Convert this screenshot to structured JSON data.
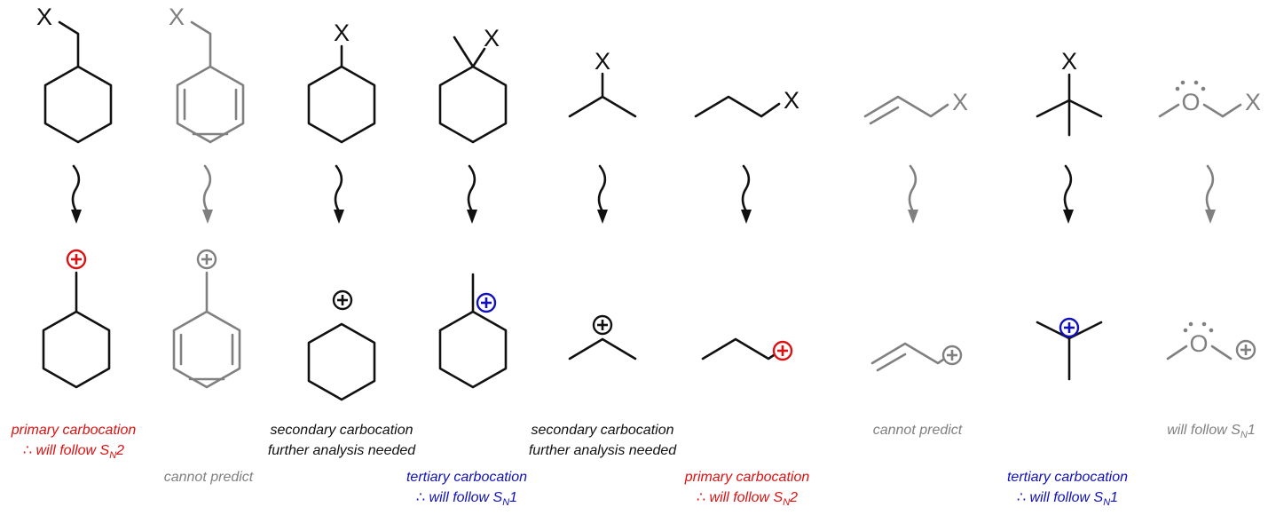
{
  "colors": {
    "black": "#111111",
    "gray": "#808080",
    "red": "#dd1111",
    "blue": "#1111bb"
  },
  "symbols": {
    "leaving_group": "X",
    "oxygen": "O",
    "charge": "+"
  },
  "columns": [
    {
      "id": "cyclohexylmethyl",
      "color": "black",
      "charge_color": "red",
      "caption": {
        "color": "red",
        "line1": "primary carbocation",
        "line2_prefix": "∴ will follow S",
        "line2_sub": "N",
        "line2_suffix": "2"
      }
    },
    {
      "id": "benzyl",
      "color": "gray",
      "charge_color": "gray",
      "caption": {
        "color": "gray",
        "line1": "cannot predict",
        "line2_prefix": "",
        "line2_sub": "",
        "line2_suffix": ""
      }
    },
    {
      "id": "cyclohexyl",
      "color": "black",
      "charge_color": "black",
      "caption": {
        "color": "black",
        "line1": "secondary carbocation",
        "line2_prefix": "further analysis needed",
        "line2_sub": "",
        "line2_suffix": ""
      }
    },
    {
      "id": "methylcyclohexyl",
      "color": "black",
      "charge_color": "blue",
      "caption": {
        "color": "blue",
        "line1": "tertiary carbocation",
        "line2_prefix": "∴ will follow S",
        "line2_sub": "N",
        "line2_suffix": "1"
      }
    },
    {
      "id": "isopropyl",
      "color": "black",
      "charge_color": "black",
      "caption": {
        "color": "black",
        "line1": "secondary carbocation",
        "line2_prefix": "further analysis needed",
        "line2_sub": "",
        "line2_suffix": ""
      }
    },
    {
      "id": "propyl",
      "color": "black",
      "charge_color": "red",
      "caption": {
        "color": "red",
        "line1": "primary carbocation",
        "line2_prefix": "∴ will follow S",
        "line2_sub": "N",
        "line2_suffix": "2"
      }
    },
    {
      "id": "allyl",
      "color": "gray",
      "charge_color": "gray",
      "caption": {
        "color": "gray",
        "line1": "cannot predict",
        "line2_prefix": "",
        "line2_sub": "",
        "line2_suffix": ""
      }
    },
    {
      "id": "tert-butyl",
      "color": "black",
      "charge_color": "blue",
      "caption": {
        "color": "blue",
        "line1": "tertiary carbocation",
        "line2_prefix": "∴ will follow S",
        "line2_sub": "N",
        "line2_suffix": "1"
      }
    },
    {
      "id": "methoxymethyl",
      "color": "gray",
      "charge_color": "gray",
      "caption": {
        "color": "gray",
        "line1": "will follow S",
        "line1_sub": "N",
        "line1_suffix": "1",
        "line2_prefix": "",
        "line2_sub": "",
        "line2_suffix": ""
      }
    }
  ]
}
